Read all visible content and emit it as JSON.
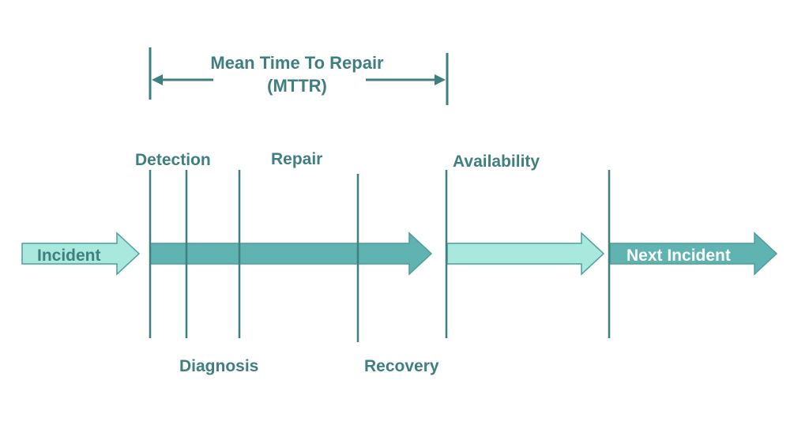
{
  "colors": {
    "line": "#3f7f7f",
    "text": "#3f7f7f",
    "arrow_dark": "#5fb3b1",
    "arrow_light": "#a9e9dd",
    "arrow_stroke": "#4e9e9b",
    "white_text": "#ffffff"
  },
  "mttr": {
    "title_line1": "Mean Time To Repair",
    "title_line2": "(MTTR)"
  },
  "phases": {
    "detection": "Detection",
    "repair": "Repair",
    "availability": "Availability",
    "diagnosis": "Diagnosis",
    "recovery": "Recovery"
  },
  "arrows": {
    "incident": "Incident",
    "next_incident": "Next Incident"
  }
}
